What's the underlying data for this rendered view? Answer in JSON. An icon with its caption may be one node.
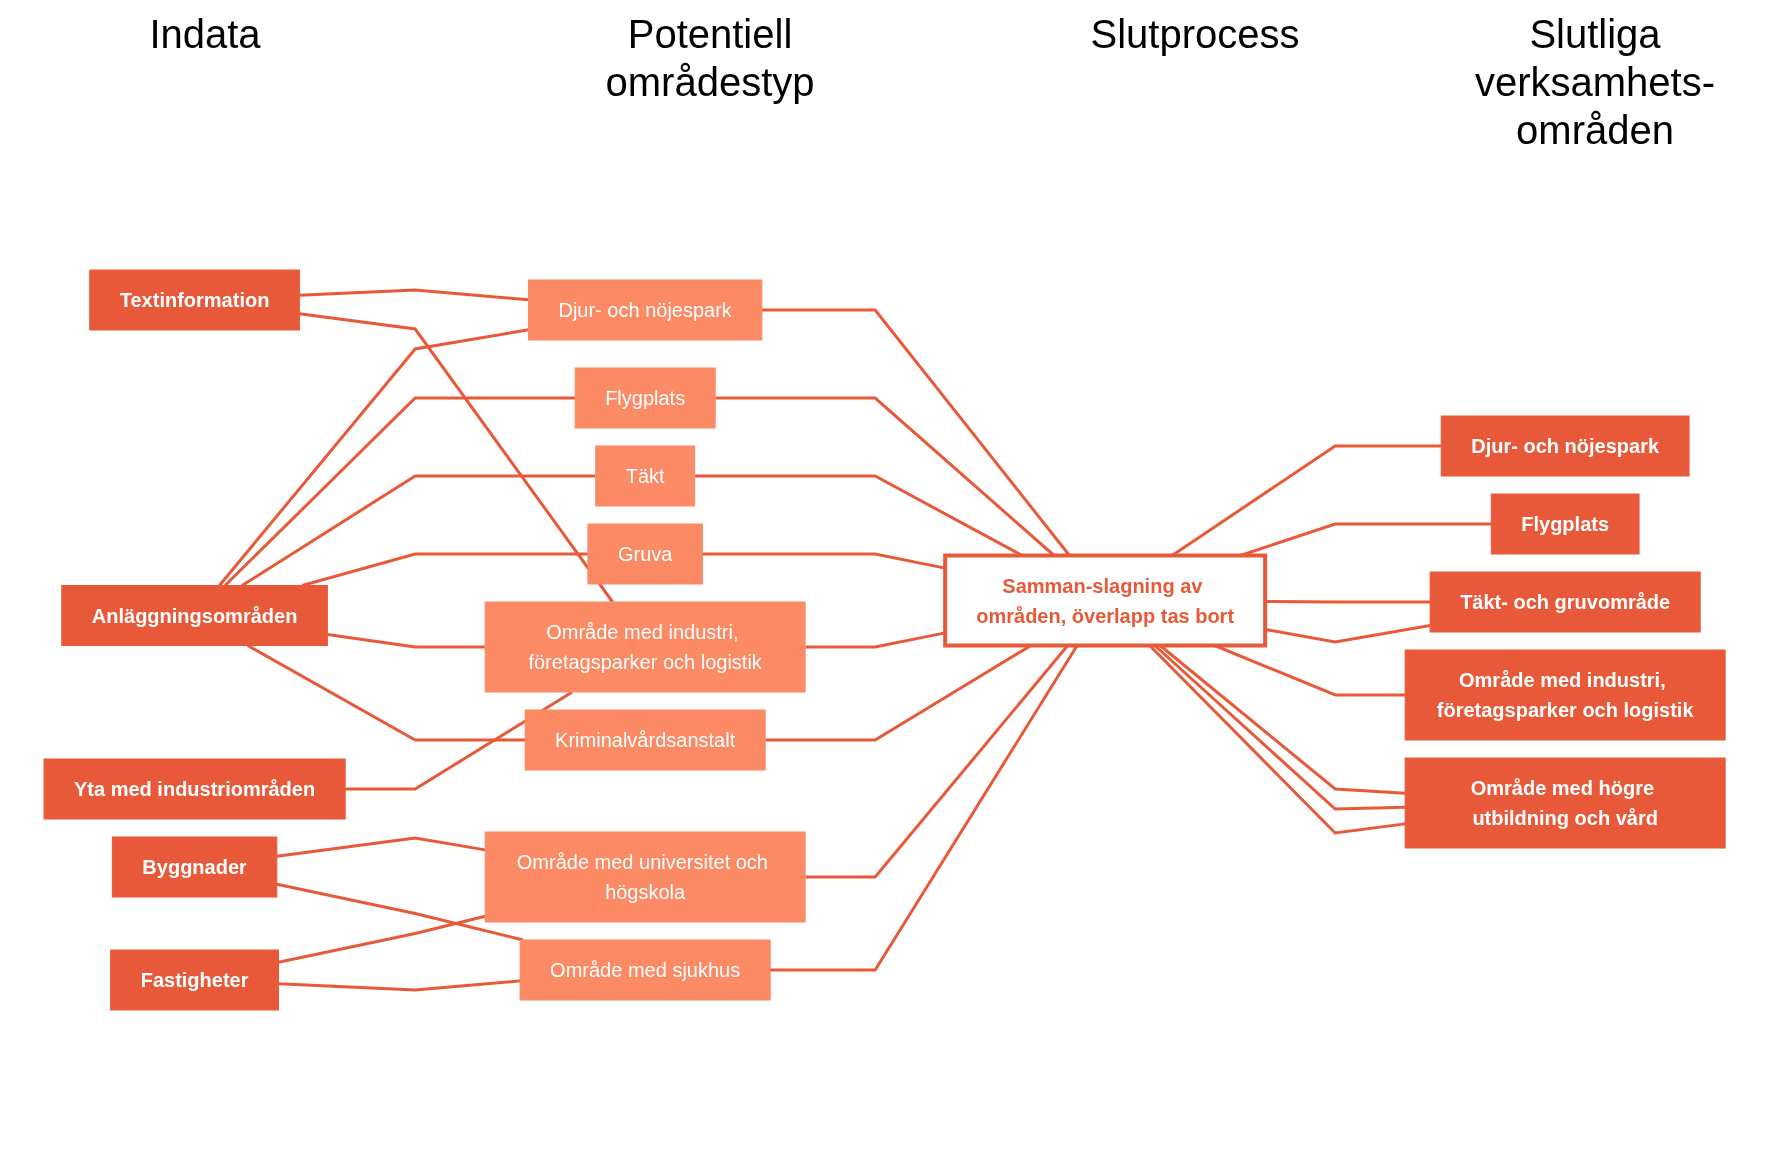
{
  "diagram": {
    "nodes": [
      {
        "text": [
          "Anläggningsområden"
        ]
      },
      {
        "text": [
          "Yta med industriområden"
        ]
      },
      {
        "text": [
          "Textinformation"
        ]
      },
      {
        "text": [
          "Byggnader"
        ]
      },
      {
        "text": [
          "Fastigheter"
        ]
      },
      {
        "text": [
          "Djur- och nöjespark"
        ]
      },
      {
        "text": [
          "Flygplats"
        ]
      },
      {
        "text": [
          "Täkt"
        ]
      },
      {
        "text": [
          "Gruva"
        ]
      },
      {
        "text": [
          "Område med industri, företagsparker och logistik"
        ]
      },
      {
        "text": [
          "Område med universitet och högskola"
        ]
      },
      {
        "text": [
          "Område med sjukhus"
        ]
      },
      {
        "text": [
          "Kriminalvårdsanstalt"
        ]
      },
      {
        "text": [
          "Samman-slagning av områden, överlapp tas bort"
        ]
      },
      {
        "text": [
          "Djur- och nöjespark"
        ]
      },
      {
        "text": [
          "Flygplats"
        ]
      },
      {
        "text": [
          "Täkt- och gruvområde"
        ]
      },
      {
        "text": [
          "Område med industri, företagsparker och logistik"
        ]
      },
      {
        "text": [
          "Område med högre utbildning och vård"
        ]
      }
    ],
    "edges": [
      {
        "from": 0,
        "to": 5,
        "arrow": "none"
      },
      {
        "from": 0,
        "to": 6,
        "arrow": "none"
      },
      {
        "from": 0,
        "to": 7,
        "arrow": "none"
      },
      {
        "from": 0,
        "to": 8,
        "arrow": "none"
      },
      {
        "from": 0,
        "to": 9,
        "arrow": "none"
      },
      {
        "from": 0,
        "to": 12,
        "arrow": "none"
      },
      {
        "from": 1,
        "to": 9,
        "arrow": "none"
      },
      {
        "from": 2,
        "to": 5,
        "arrow": "none"
      },
      {
        "from": 2,
        "to": 9,
        "arrow": "none"
      },
      {
        "from": 3,
        "to": 10,
        "arrow": "none"
      },
      {
        "from": 3,
        "to": 11,
        "arrow": "none"
      },
      {
        "from": 4,
        "to": 10,
        "arrow": "none"
      },
      {
        "from": 4,
        "to": 11,
        "arrow": "none"
      },
      {
        "from": 5,
        "to": 13,
        "arrow": "none"
      },
      {
        "from": 6,
        "to": 13,
        "arrow": "none"
      },
      {
        "from": 7,
        "to": 13,
        "arrow": "none"
      },
      {
        "from": 8,
        "to": 13,
        "arrow": "none"
      },
      {
        "from": 9,
        "to": 13,
        "arrow": "none"
      },
      {
        "from": 10,
        "to": 13,
        "arrow": "none"
      },
      {
        "from": 11,
        "to": 13,
        "arrow": "none"
      },
      {
        "from": 12,
        "to": 13,
        "arrow": "none"
      },
      {
        "from": 13,
        "to": 14,
        "arrow": "none"
      },
      {
        "from": 13,
        "to": 15,
        "arrow": "none"
      },
      {
        "from": 13,
        "to": 16,
        "arrow": "none"
      },
      {
        "from": 13,
        "to": 16,
        "arrow": "none"
      },
      {
        "from": 13,
        "to": 17,
        "arrow": "none"
      },
      {
        "from": 13,
        "to": 18,
        "arrow": "none"
      },
      {
        "from": 13,
        "to": 18,
        "arrow": "none"
      },
      {
        "from": 13,
        "to": 18,
        "arrow": "none"
      }
    ],
    "labels": [
      "Indata",
      "Potentiell områdestyp",
      "Slutprocess",
      "Slutliga verksamhets-områden"
    ]
  }
}
